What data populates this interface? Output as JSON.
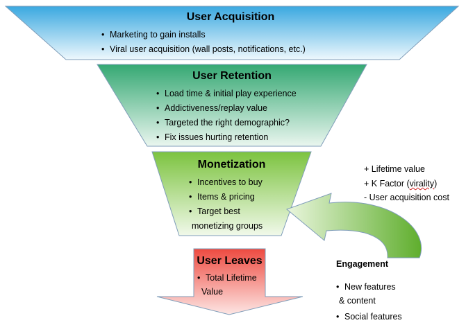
{
  "stages": {
    "acquisition": {
      "title": "User Acquisition",
      "bullets": [
        "Marketing to gain installs",
        "Viral user acquisition (wall posts, notifications, etc.)"
      ]
    },
    "retention": {
      "title": "User Retention",
      "bullets": [
        "Load time & initial play experience",
        "Addictiveness/replay value",
        "Targeted the right demographic?",
        "Fix issues hurting retention"
      ]
    },
    "monetization": {
      "title": "Monetization",
      "bullets": [
        "Incentives to buy",
        "Items & pricing",
        "Target best",
        "monetizing groups"
      ]
    },
    "leaves": {
      "title": "User Leaves",
      "bullets": [
        "Total Lifetime",
        "Value"
      ]
    }
  },
  "engagement": {
    "label": "Engagement",
    "factors_prefix": [
      "+ Lifetime value",
      "+ K Factor (",
      "- User acquisition cost"
    ],
    "k_factor_word": "virality",
    "k_factor_close": ")",
    "bullets": [
      "New features",
      "& content",
      "Social features"
    ]
  },
  "bullet_symbol": "•",
  "colors": {
    "acquisition": "#3aa8e0",
    "retention": "#35a873",
    "monetization": "#7cc33f",
    "leaves": "#ee4a40",
    "arrow": "#7cc33f",
    "outline": "#7f9db9"
  }
}
